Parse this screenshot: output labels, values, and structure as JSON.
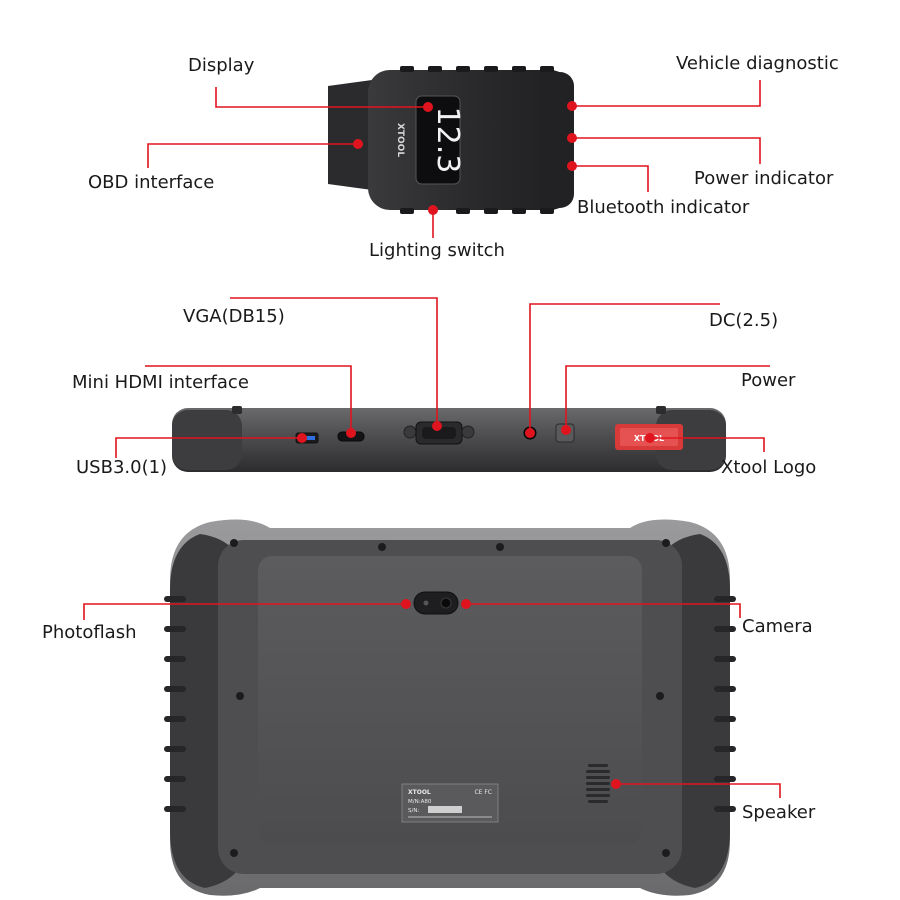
{
  "brand": "XTOOL",
  "colors": {
    "callout": "#e0141e",
    "body_dark": "#2e2e30",
    "body_mid": "#5a5a5c",
    "bumper": "#3a3a3c",
    "logo_red": "#e23a3a"
  },
  "dongle": {
    "screen_text": "12.3",
    "labels": {
      "display": "Display",
      "vehicle_diagnostic": "Vehicle diagnostic",
      "obd_interface": "OBD interface",
      "power_indicator": "Power indicator",
      "bluetooth_indicator": "Bluetooth indicator",
      "lighting_switch": "Lighting switch"
    }
  },
  "tablet_edge": {
    "labels": {
      "vga": "VGA(DB15)",
      "dc": "DC(2.5)",
      "mini_hdmi": "Mini HDMI interface",
      "power": "Power",
      "usb": "USB3.0(1)",
      "xtool_logo": "Xtool Logo"
    }
  },
  "tablet_back": {
    "nameplate": {
      "brand": "XTOOL",
      "marks": "CE FC",
      "model": "M/N:A80",
      "serial": "S/N:"
    },
    "labels": {
      "photoflash": "Photoflash",
      "camera": "Camera",
      "speaker": "Speaker"
    }
  }
}
